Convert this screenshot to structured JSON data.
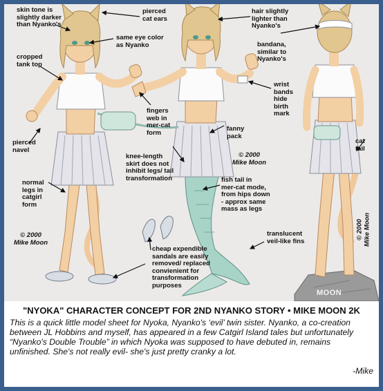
{
  "annotations": {
    "skin_tone": "skin tone is\nslightly darker\nthan Nyanko's",
    "pierced_ears": "pierced\ncat ears",
    "eye_color": "same eye color\nas Nyanko",
    "hair_lighter": "hair slightly\nlighter than\nNyanko's",
    "cropped_top": "cropped\ntank top",
    "bandana": "bandana,\nsimilar to\nNyanko's",
    "wrist_bands": "wrist\nbands\nhide\nbirth\nmark",
    "fingers_web": "fingers\nweb  in\nmer-cat\nform",
    "fanny_pack": "fanny\npack",
    "pierced_navel": "pierced\nnavel",
    "cat_tail": "cat\ntail",
    "knee_skirt": "knee-length\nskirt does not\ninhibit legs/ tail\ntransformation",
    "normal_legs": "normal\nlegs in\ncatgirl\nform",
    "fish_tail": "fish tail in\nmer-cat mode,\nfrom hips down\n- approx same\nmass as legs",
    "translucent_fins": "translucent\nveil-like fins",
    "sandals": "cheap expendible\nsandals are easily\nremoved/ replaced\nconvienient for\ntransformation\npurposes"
  },
  "copyrights": {
    "left": "© 2000\nMike Moon",
    "center": "© 2000\nMike Moon",
    "right": "© 2000\nMike Moon"
  },
  "signature": "MOON",
  "caption": {
    "title": "\"NYOKA\" CHARACTER CONCEPT FOR 2ND NYANKO STORY • MIKE MOON 2K",
    "body": "This is a quick little model sheet for Nyoka, Nyanko's ‘evil’ twin sister. Nyanko, a co-creation between JL Hobbins  and myself, has appeared in a few Catgirl Island tales but unfortunately “Nyanko's Double Trouble” in which Nyoka was supposed to have debuted in, remains unfinished. She's not really evil- she's just pretty cranky  a lot.",
    "signoff": "-Mike"
  },
  "colors": {
    "frame": "#3a5f8f",
    "background": "#eceae8",
    "skin": "#f3cfa4",
    "hair": "#e2c690",
    "top": "#fbfbfb",
    "skirt": "#e4e4ea",
    "tail_fish": "#a8d4c8",
    "rock": "#9a9a9a"
  }
}
